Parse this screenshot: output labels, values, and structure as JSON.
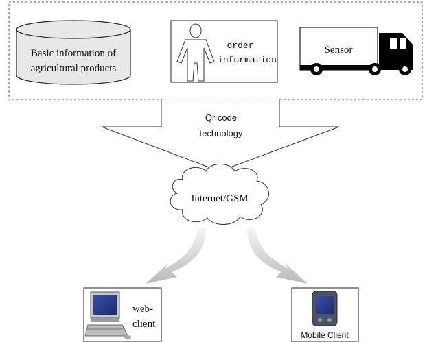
{
  "diagram": {
    "sources": {
      "database_label_line1": "Basic information of",
      "database_label_line2": "agricultural products",
      "order_label_line1": "order",
      "order_label_line2": "information",
      "sensor_label": "Sensor"
    },
    "funnel_label_line1": "Qr code",
    "funnel_label_line2": "technology",
    "cloud_label": "Internet/GSM",
    "clients": {
      "web_label_line1": "web-",
      "web_label_line2": "client",
      "mobile_label": "Mobile Client"
    }
  }
}
